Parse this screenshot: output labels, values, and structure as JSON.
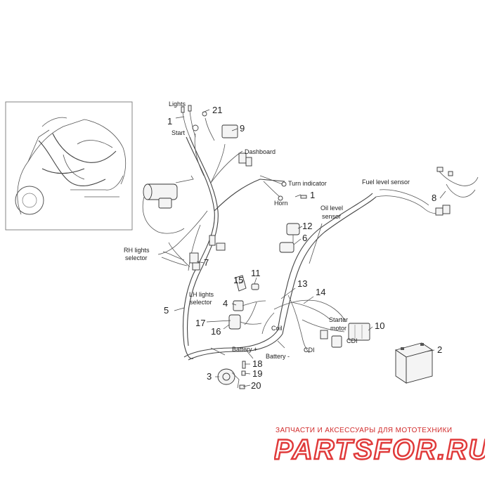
{
  "labels": {
    "lights": "Lights",
    "start": "Start",
    "dashboard": "Dashboard",
    "turn_indicator": "Turn indicator",
    "horn": "Horn",
    "fuel_level_sensor": "Fuel level sensor",
    "oil_level_sensor_1": "Oil level",
    "oil_level_sensor_2": "sensor",
    "rh_lights_selector_1": "RH lights",
    "rh_lights_selector_2": "selector",
    "lh_lights_selector_1": "LH lights",
    "lh_lights_selector_2": "selector",
    "coil": "Coil",
    "starter_motor_1": "Starter",
    "starter_motor_2": "motor",
    "cdi_1": "CDI",
    "cdi_2": "CDI",
    "battery_plus": "Battery +",
    "battery_minus": "Battery -"
  },
  "callouts": {
    "n1a": "1",
    "n21": "21",
    "n9": "9",
    "n1b": "1",
    "n8": "8",
    "n12": "12",
    "n6": "6",
    "n7": "7",
    "n11": "11",
    "n15": "15",
    "n13": "13",
    "n14": "14",
    "n4": "4",
    "n5": "5",
    "n17": "17",
    "n16": "16",
    "n10": "10",
    "n2": "2",
    "n18": "18",
    "n19": "19",
    "n3": "3",
    "n20": "20"
  },
  "watermark": {
    "tagline": "ЗАПЧАСТИ И АКСЕССУАРЫ ДЛЯ МОТОТЕХНИКИ",
    "logo": "PARTSFOR.RU",
    "brand_color": "#e03a3a"
  }
}
